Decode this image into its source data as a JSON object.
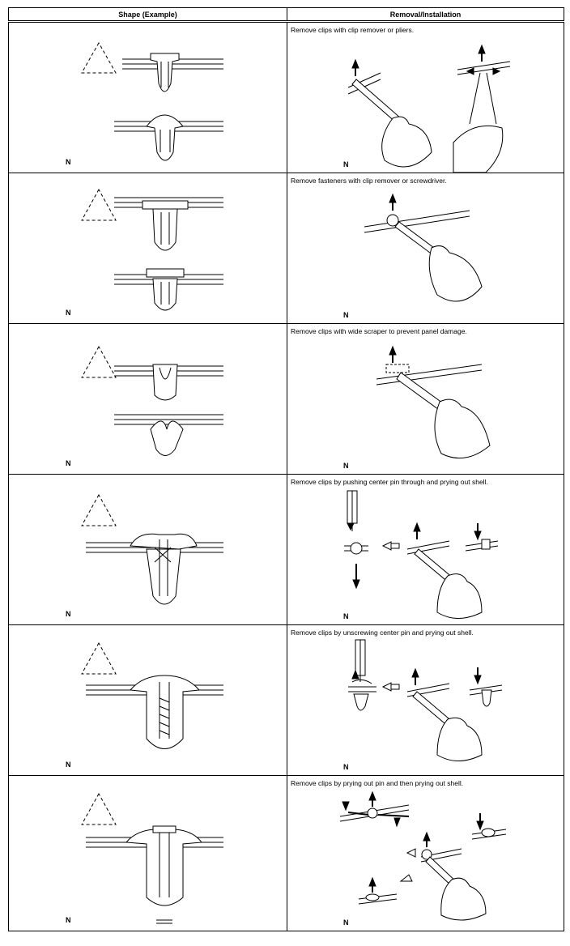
{
  "table": {
    "headers": {
      "shape": "Shape (Example)",
      "removal": "Removal/Installation"
    },
    "rows": [
      {
        "caption": "Remove clips with clip remover or pliers.",
        "shape_label": "N",
        "removal_label": "N"
      },
      {
        "caption": "Remove fasteners with clip remover or screwdriver.",
        "shape_label": "N",
        "removal_label": "N"
      },
      {
        "caption": "Remove clips with wide scraper to prevent panel damage.",
        "shape_label": "N",
        "removal_label": "N"
      },
      {
        "caption": "Remove clips by pushing center pin through and prying out shell.",
        "shape_label": "N",
        "removal_label": "N"
      },
      {
        "caption": "Remove clips by unscrewing center pin and prying out shell.",
        "shape_label": "N",
        "removal_label": "N"
      },
      {
        "caption": "Remove clips by prying out pin and then prying out shell.",
        "shape_label": "N",
        "removal_label": "N"
      }
    ]
  },
  "colors": {
    "ink": "#000000",
    "paper": "#ffffff"
  },
  "icons": [
    "warning-triangle-icon",
    "clip-shape-illustration",
    "removal-tool-illustration"
  ]
}
